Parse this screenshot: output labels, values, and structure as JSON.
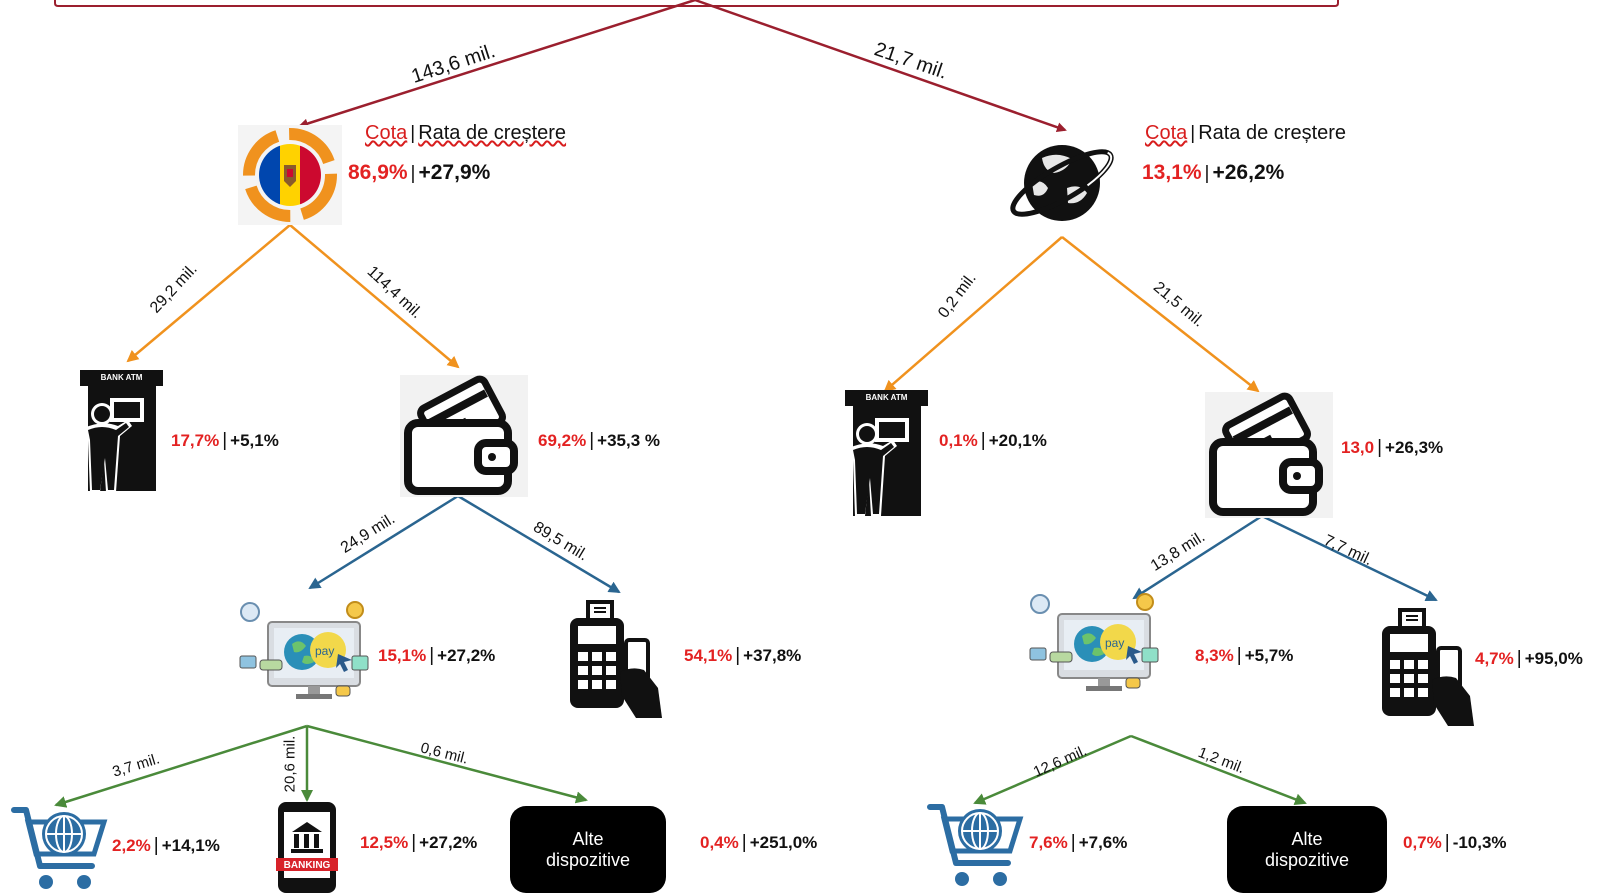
{
  "header": {
    "cota": "Cota",
    "rate": "Rata de creștere"
  },
  "top_edges": {
    "moldova": "143,6  mil.",
    "abroad": "21,7 mil."
  },
  "moldova": {
    "share": "86,9%",
    "growth": "+27,9%",
    "edge_atm": "29,2 mil.",
    "edge_card": "114,4 mil.",
    "atm": {
      "share": "17,7%",
      "growth": "+5,1%",
      "sign": "BANK ATM"
    },
    "card": {
      "share": "69,2%",
      "growth": "+35,3 %"
    },
    "edge_online": "24,9 mil.",
    "edge_pos": "89,5 mil.",
    "online": {
      "share": "15,1%",
      "growth": "+27,2%",
      "pay": "pay"
    },
    "pos": {
      "share": "54,1%",
      "growth": "+37,8%"
    },
    "edge_cart": "3,7 mil.",
    "edge_banking": "20,6 mil.",
    "edge_other": "0,6 mil.",
    "cart": {
      "share": "2,2%",
      "growth": "+14,1%"
    },
    "banking": {
      "share": "12,5%",
      "growth": "+27,2%",
      "tag": "BANKING"
    },
    "other": {
      "label_line1": "Alte",
      "label_line2": "dispozitive",
      "share": "0,4%",
      "growth": "+251,0%"
    }
  },
  "abroad": {
    "share": "13,1%",
    "growth": "+26,2%",
    "edge_atm": "0,2 mil.",
    "edge_card": "21,5 mil.",
    "atm": {
      "share": "0,1%",
      "growth": "+20,1%",
      "sign": "BANK ATM"
    },
    "card": {
      "share": "13,0",
      "growth": "+26,3%"
    },
    "edge_online": "13,8 mil.",
    "edge_pos": "7,7 mil.",
    "online": {
      "share": "8,3%",
      "growth": "+5,7%",
      "pay": "pay"
    },
    "pos": {
      "share": "4,7%",
      "growth": "+95,0%"
    },
    "edge_cart": "12,6 mil.",
    "edge_other": "1,2 mil.",
    "cart": {
      "share": "7,6%",
      "growth": "+7,6%"
    },
    "other": {
      "label_line1": "Alte",
      "label_line2": "dispozitive",
      "share": "0,7%",
      "growth": "-10,3%"
    }
  },
  "colors": {
    "dark_red": "#9b1f2e",
    "orange": "#f0921e",
    "blue": "#2a6590",
    "green": "#4a8a3a",
    "value_red": "#e32222"
  }
}
